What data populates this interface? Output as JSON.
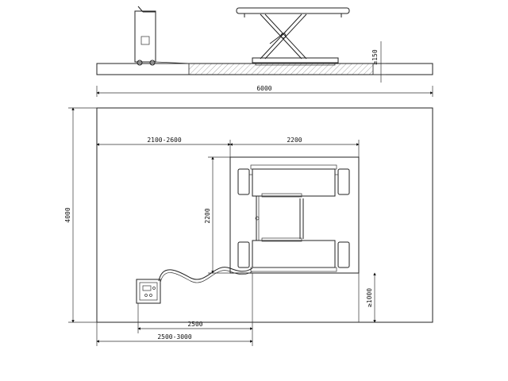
{
  "dimensions": {
    "overall_width": "6000",
    "overall_depth": "4000",
    "front_clearance": "2100-2600",
    "platform_width": "2200",
    "platform_depth": "2200",
    "side_clearance": "≥1000",
    "console_offset": "2500",
    "console_range": "2500-3000",
    "pit_depth": "≥150"
  }
}
